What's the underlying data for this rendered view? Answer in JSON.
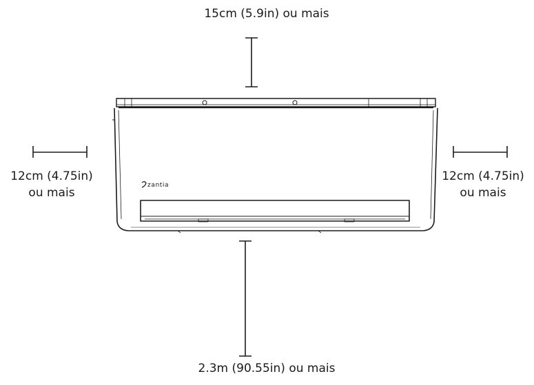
{
  "diagram": {
    "brand_logo_text": "zantia",
    "clearances": {
      "top": {
        "text": "15cm (5.9in) ou mais"
      },
      "bottom": {
        "text": "2.3m (90.55in) ou mais"
      },
      "left": {
        "line1": "12cm (4.75in)",
        "line2": "ou mais"
      },
      "right": {
        "line1": "12cm (4.75in)",
        "line2": "ou mais"
      }
    },
    "colors": {
      "stroke": "#1a1a1a",
      "background": "#ffffff"
    }
  }
}
